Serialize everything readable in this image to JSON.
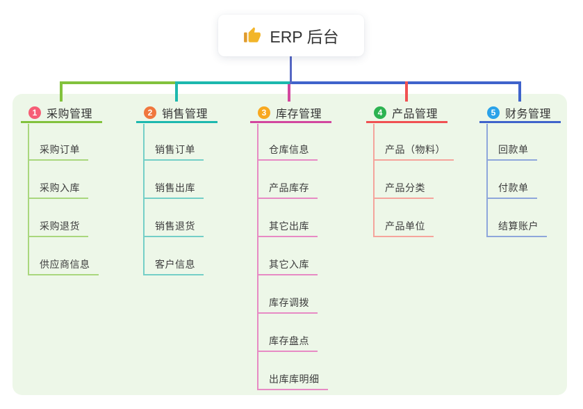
{
  "root": {
    "label": "ERP 后台",
    "icon": "thumbs-up-icon"
  },
  "branches": [
    {
      "index": "1",
      "label": "采购管理",
      "badge_color": "#f65d75",
      "line_color": "#82c23d",
      "child_line_color": "#a9d77d",
      "children": [
        "采购订单",
        "采购入库",
        "采购退货",
        "供应商信息"
      ]
    },
    {
      "index": "2",
      "label": "销售管理",
      "badge_color": "#f0773e",
      "line_color": "#1db8ae",
      "child_line_color": "#74cfc7",
      "children": [
        "销售订单",
        "销售出库",
        "销售退货",
        "客户信息"
      ]
    },
    {
      "index": "3",
      "label": "库存管理",
      "badge_color": "#f8a81f",
      "line_color": "#d2479f",
      "child_line_color": "#e78ac4",
      "children": [
        "仓库信息",
        "产品库存",
        "其它出库",
        "其它入库",
        "库存调拨",
        "库存盘点",
        "出库库明细"
      ]
    },
    {
      "index": "4",
      "label": "产品管理",
      "badge_color": "#2cb351",
      "line_color": "#f05152",
      "child_line_color": "#f5a49c",
      "children": [
        "产品（物料）",
        "产品分类",
        "产品单位"
      ]
    },
    {
      "index": "5",
      "label": "财务管理",
      "badge_color": "#2aa2e9",
      "line_color": "#3f63cb",
      "child_line_color": "#8ea6db",
      "children": [
        "回款单",
        "付款单",
        "结算账户"
      ]
    }
  ],
  "colors": {
    "root_line": "#5567c4",
    "panel_bg": "#edf7e8",
    "root_bg": "#ffffff",
    "node_text": "#333333"
  }
}
